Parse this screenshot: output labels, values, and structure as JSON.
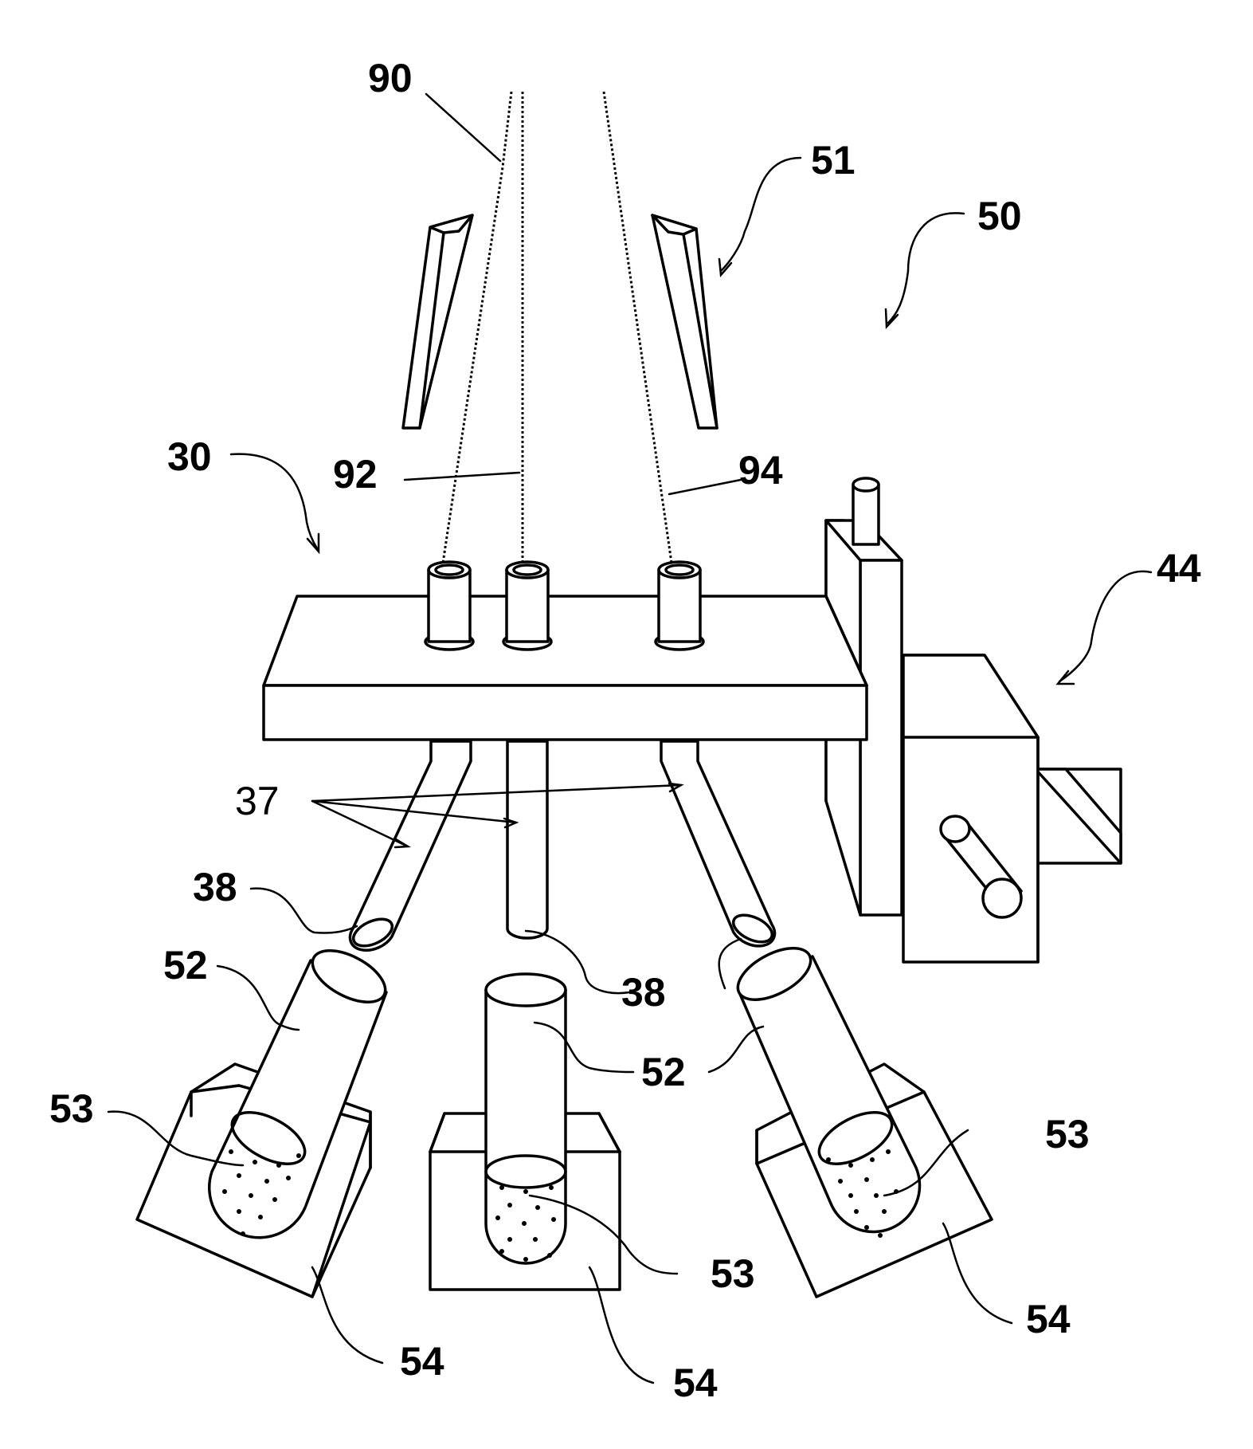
{
  "labels": {
    "beam_90": "90",
    "beam_92": "92",
    "beam_94": "94",
    "mirror_51": "51",
    "system_50": "50",
    "platform_30": "30",
    "actuator_44": "44",
    "tube_37": "37",
    "outlet_38_left": "38",
    "outlet_38_center": "38",
    "container_52_left": "52",
    "container_52_center": "52",
    "container_52_right": "52",
    "sample_53_left": "53",
    "sample_53_center": "53",
    "sample_53_right": "53",
    "holder_54_left": "54",
    "holder_54_center": "54",
    "holder_54_right": "54"
  }
}
